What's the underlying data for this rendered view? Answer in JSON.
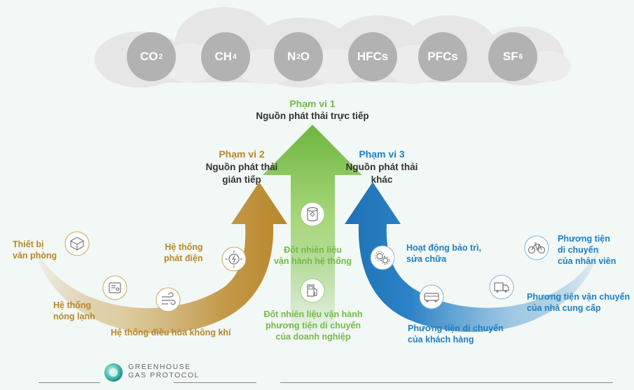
{
  "gases": [
    {
      "base": "CO",
      "sub": "2"
    },
    {
      "base": "CH",
      "sub": "4"
    },
    {
      "base": "N",
      "sub": "2",
      "tail": "O"
    },
    {
      "base": "HFCs",
      "sub": ""
    },
    {
      "base": "PFCs",
      "sub": ""
    },
    {
      "base": "SF",
      "sub": "6"
    }
  ],
  "scope1": {
    "title": "Phạm vi 1",
    "subtitle": "Nguồn phát thải trực tiếp",
    "items": [
      "Đốt nhiên liệu\nvận hành hệ thống",
      "Đốt nhiên liệu vận hành\nphương tiện di chuyển\ncủa doanh nghiệp"
    ]
  },
  "scope2": {
    "title": "Phạm vi 2",
    "subtitle": "Nguồn phát thải\ngián tiếp",
    "items": [
      "Thiết bị\nvăn phòng",
      "Hệ thống\nnóng lạnh",
      "Hệ thống điều hòa không khí",
      "Hệ thống\nphát điện"
    ]
  },
  "scope3": {
    "title": "Phạm vi 3",
    "subtitle": "Nguồn phát thải\nkhác",
    "items": [
      "Hoạt động bảo trì,\nsửa chữa",
      "Phương tiện di chuyển\ncủa khách hàng",
      "Phương tiện vận chuyển\ncủa nhà cung cấp",
      "Phương tiện\ndi chuyển\ncủa nhân viên"
    ]
  },
  "logo": {
    "line1": "GREENHOUSE",
    "line2": "GAS PROTOCOL"
  },
  "colors": {
    "scope1": "#74b948",
    "scope2": "#b8862a",
    "scope3": "#1f7ec2",
    "gas": "#b2b2b2",
    "cloud": "#e6e6e6"
  },
  "icons": [
    "office-equipment-icon",
    "heating-cooling-icon",
    "air-conditioning-icon",
    "power-generation-icon",
    "fuel-barrel-icon",
    "fuel-pump-icon",
    "maintenance-gears-icon",
    "customer-bus-icon",
    "supplier-truck-icon",
    "employee-bicycle-icon"
  ]
}
